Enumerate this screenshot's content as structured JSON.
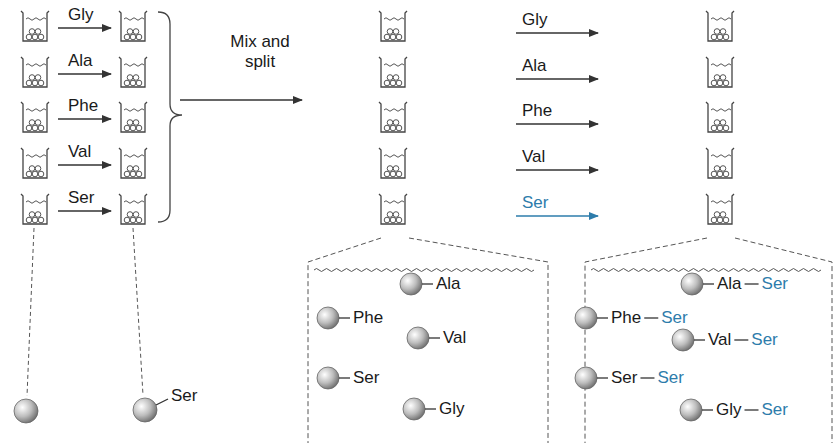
{
  "diagram": {
    "nodes": [
      {
        "text": [
          "Ala",
          "Phe",
          "Val",
          "Ser",
          "Gly"
        ]
      },
      {
        "text": [
          "Ala",
          "Ser",
          "Phe",
          "Ser",
          "Val",
          "Ser",
          "Ser",
          "Ser",
          "Gly",
          "Ser"
        ]
      }
    ],
    "labels": [
      "Gly",
      "Ala",
      "Phe",
      "Val",
      "Ser",
      "Mix and split",
      "Gly",
      "Ala",
      "Phe",
      "Val",
      "Ser",
      "Ser"
    ]
  }
}
